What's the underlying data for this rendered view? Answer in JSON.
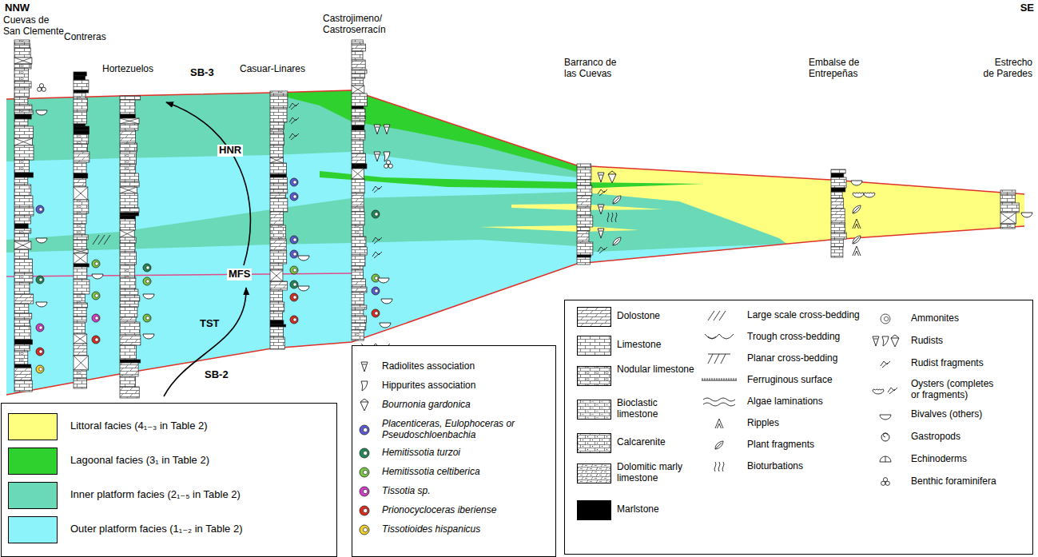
{
  "diagram": {
    "labels": [
      "NNW",
      "Cuevas de San Clemente",
      "Contreras",
      "Hortezuelos",
      "Casuar-Linares",
      "Castrojimeno/ Castroserracín",
      "Barranco de las Cuevas",
      "Embalse de Entrepeñas",
      "Estrecho de Paredes",
      "SE",
      "SB-3",
      "HNR",
      "MFS",
      "TST",
      "SB-2"
    ],
    "legend": [
      {
        "text": "Littoral facies (4₁₋₃ in Table 2)",
        "color": "#ffff7f"
      },
      {
        "text": "Lagoonal facies (3₁ in Table 2)",
        "color": "#2fd12f"
      },
      {
        "text": "Inner platform facies (2₁₋₅ in Table 2)",
        "color": "#6ad9b7"
      },
      {
        "text": "Outer platform facies (1₁₋₂ in Table 2)",
        "color": "#8cf3fb"
      },
      {
        "text": "Radiolites association"
      },
      {
        "text": "Hippurites association"
      },
      {
        "text": "Bournonia gardonica"
      },
      {
        "text": "Placenticeras, Eulophoceras or Pseudoschloenbachia"
      },
      {
        "text": "Hemitissotia turzoi"
      },
      {
        "text": "Hemitissotia celtiberica"
      },
      {
        "text": "Tissotia sp."
      },
      {
        "text": "Prionocycloceras iberiense"
      },
      {
        "text": "Tissotioides hispanicus"
      },
      {
        "text": "Dolostone"
      },
      {
        "text": "Limestone"
      },
      {
        "text": "Nodular limestone"
      },
      {
        "text": "Bioclastic limestone"
      },
      {
        "text": "Calcarenite"
      },
      {
        "text": "Dolomitic marly limestone"
      },
      {
        "text": "Marlstone"
      },
      {
        "text": "Large scale cross-bedding"
      },
      {
        "text": "Trough cross-bedding"
      },
      {
        "text": "Planar cross-bedding"
      },
      {
        "text": "Ferruginous surface"
      },
      {
        "text": "Algae laminations"
      },
      {
        "text": "Ripples"
      },
      {
        "text": "Plant fragments"
      },
      {
        "text": "Bioturbations"
      },
      {
        "text": "Ammonites"
      },
      {
        "text": "Rudists"
      },
      {
        "text": "Rudist fragments"
      },
      {
        "text": "Oysters (completes or fragments)"
      },
      {
        "text": "Bivalves (others)"
      },
      {
        "text": "Gastropods"
      },
      {
        "text": "Echinoderms"
      },
      {
        "text": "Benthic foraminifera"
      }
    ]
  }
}
